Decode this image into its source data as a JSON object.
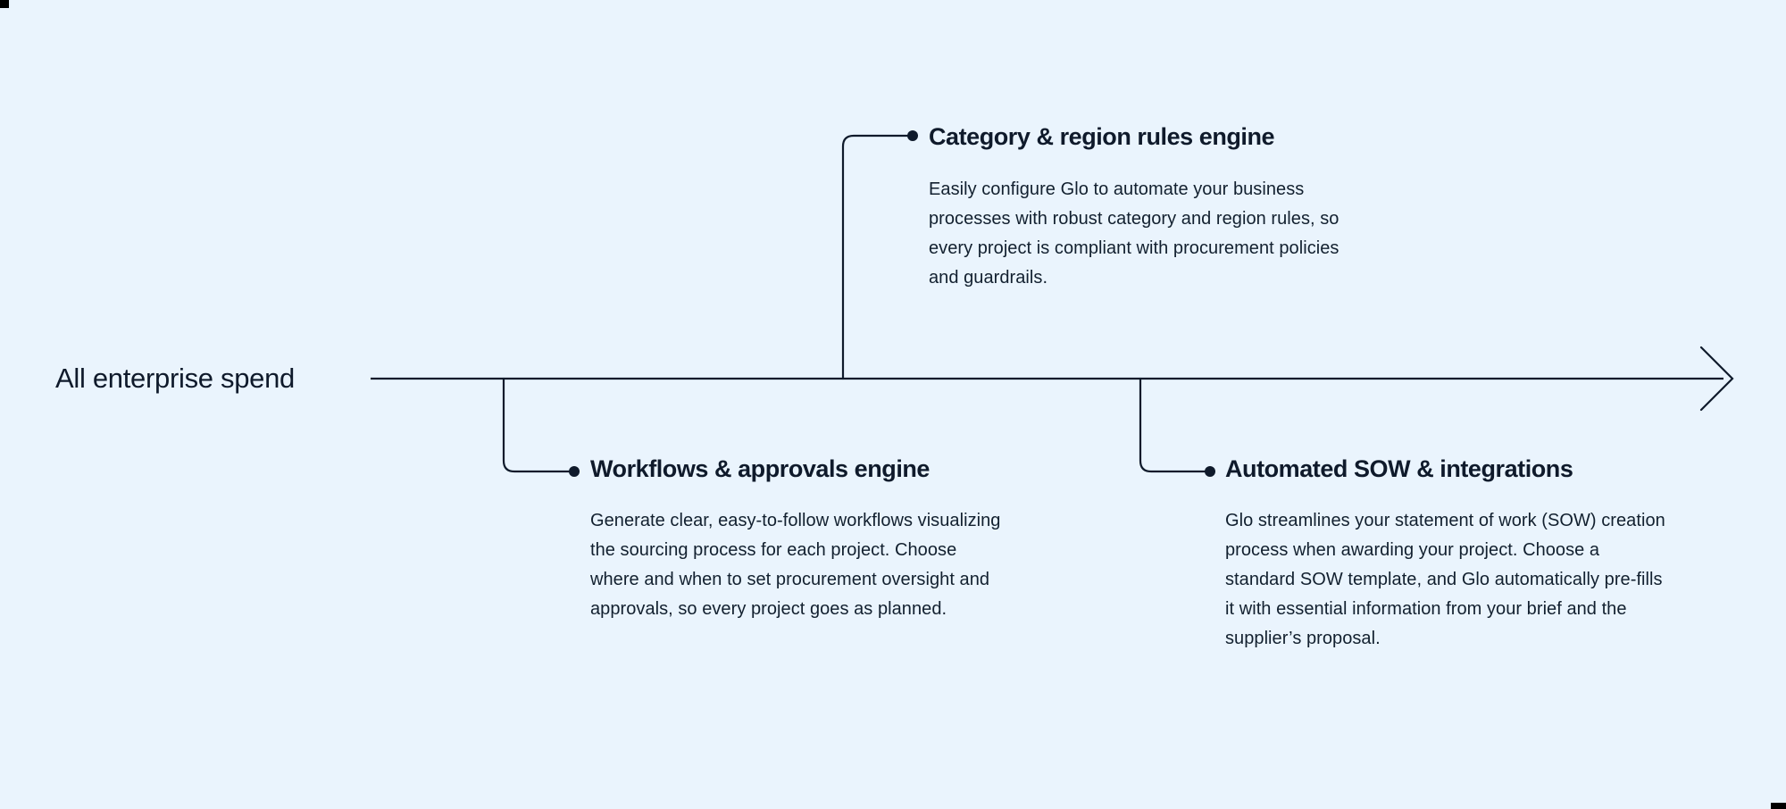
{
  "diagram": {
    "type": "timeline-branch-diagram",
    "background_color": "#eaf4fd",
    "line_color": "#0f1a2b",
    "text_color": "#0f1a2b",
    "axis_label": "All enterprise spend",
    "arrow_direction": "right",
    "branches": [
      {
        "id": "category",
        "position": "above",
        "title": "Category & region rules engine",
        "body": "Easily configure Glo to automate your business processes with robust category and region rules, so every project is compliant with procurement policies and guardrails."
      },
      {
        "id": "workflows",
        "position": "below",
        "title": "Workflows & approvals engine",
        "body": "Generate clear, easy-to-follow workflows visualizing the sourcing process for each project. Choose where and when to set procurement oversight and approvals, so every project goes as planned."
      },
      {
        "id": "sow",
        "position": "below",
        "title": "Automated SOW & integrations",
        "body": "Glo streamlines your statement of work (SOW) creation process when awarding your project. Choose a standard SOW template, and Glo automatically pre-fills it with essential information from your brief and the supplier’s proposal."
      }
    ]
  }
}
